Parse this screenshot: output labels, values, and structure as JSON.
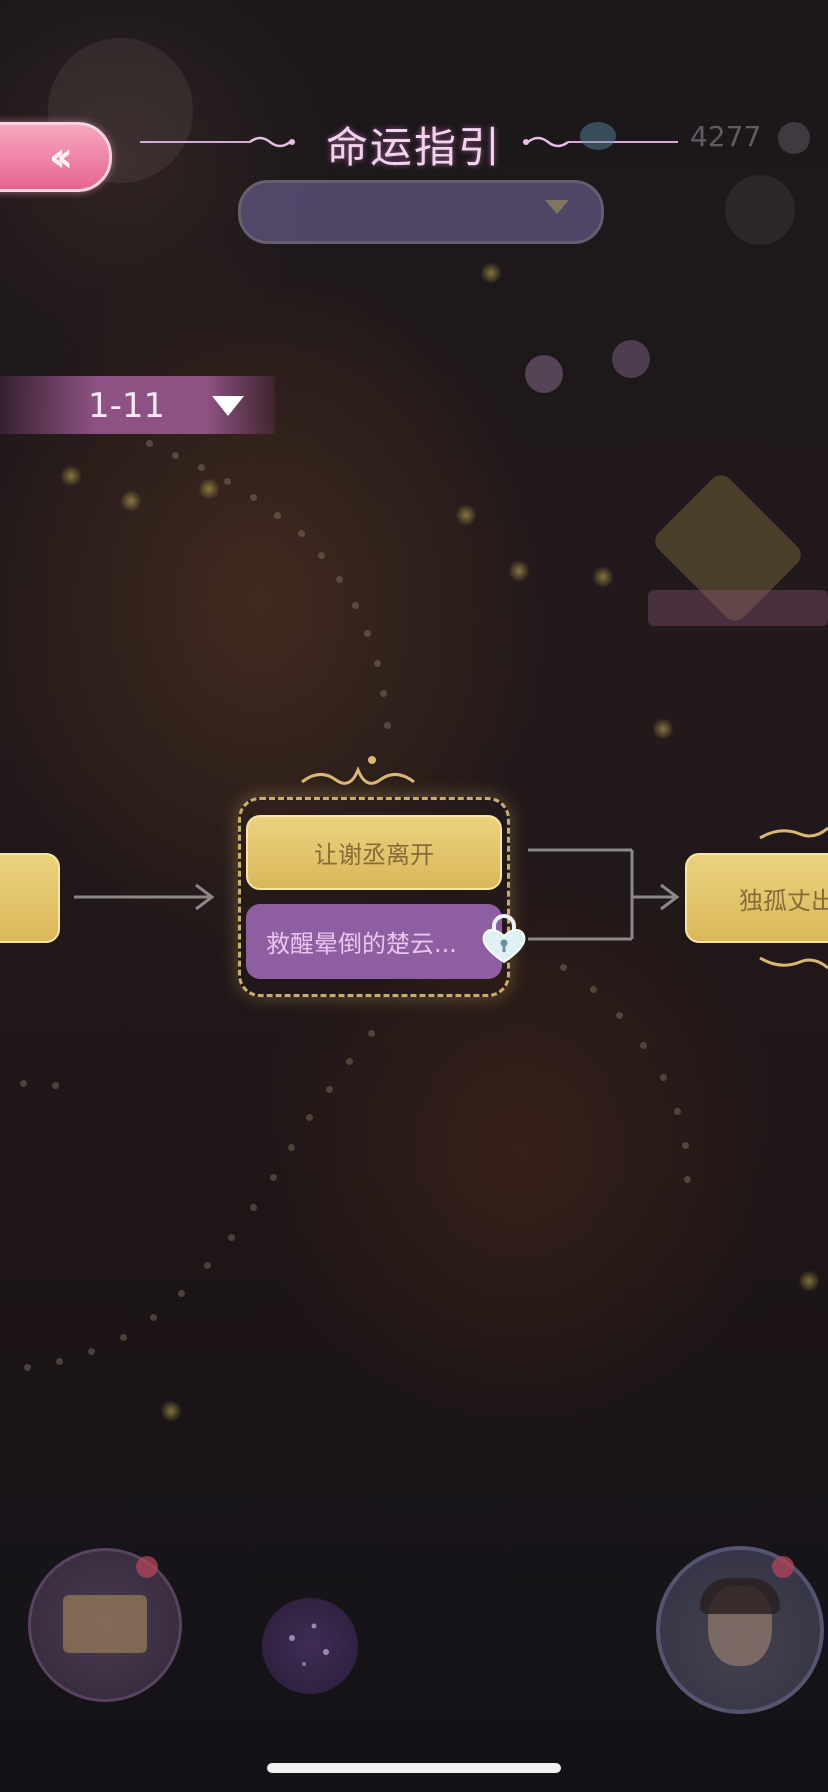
{
  "header": {
    "title": "命运指引",
    "back_icon": "double-chevron-left-icon",
    "currency_value": "4277"
  },
  "chapter_filter": {
    "label": "1-11",
    "icon": "filter-triangle-icon"
  },
  "story_map": {
    "left_node_label": "",
    "choices": [
      {
        "label": "让谢丞离开",
        "state": "available"
      },
      {
        "label": "救醒晕倒的楚云...",
        "state": "locked"
      }
    ],
    "next_node_label": "独孤丈出"
  },
  "colors": {
    "node_gold": "#ecd27e",
    "locked_purple": "#8e5fa0",
    "back_pink": "#e56590",
    "title_pink": "#f2d2ee"
  }
}
